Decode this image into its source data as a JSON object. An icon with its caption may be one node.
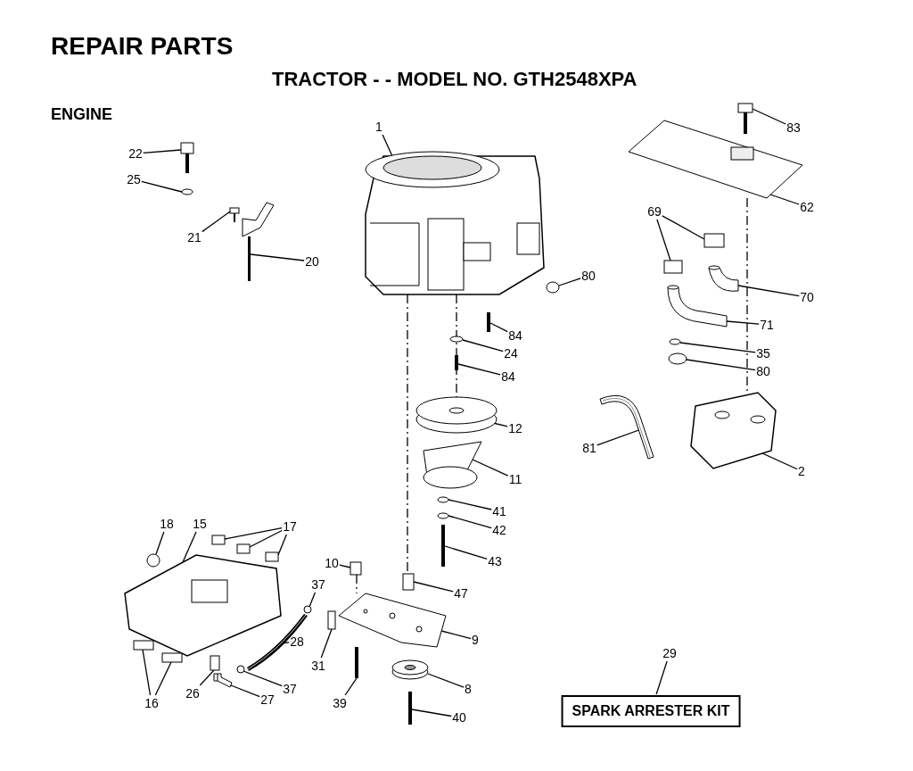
{
  "diagram": {
    "title": "REPAIR PARTS",
    "nodes": [
      {
        "text": [
          "1"
        ]
      },
      {
        "text": [
          "22"
        ]
      },
      {
        "text": [
          "25"
        ]
      },
      {
        "text": [
          "83"
        ]
      },
      {
        "text": [
          "62"
        ]
      },
      {
        "text": [
          "69"
        ]
      },
      {
        "text": [
          "21"
        ]
      },
      {
        "text": [
          "20"
        ]
      },
      {
        "text": [
          "80"
        ]
      },
      {
        "text": [
          "70"
        ]
      },
      {
        "text": [
          "71"
        ]
      },
      {
        "text": [
          "84"
        ]
      },
      {
        "text": [
          "24"
        ]
      },
      {
        "text": [
          "35"
        ]
      },
      {
        "text": [
          "80"
        ]
      },
      {
        "text": [
          "84"
        ]
      },
      {
        "text": [
          "12"
        ]
      },
      {
        "text": [
          "81"
        ]
      },
      {
        "text": [
          "2"
        ]
      },
      {
        "text": [
          "11"
        ]
      },
      {
        "text": [
          "41"
        ]
      },
      {
        "text": [
          "18"
        ]
      },
      {
        "text": [
          "15"
        ]
      },
      {
        "text": [
          "17"
        ]
      },
      {
        "text": [
          "42"
        ]
      },
      {
        "text": [
          "43"
        ]
      },
      {
        "text": [
          "10"
        ]
      },
      {
        "text": [
          "37"
        ]
      },
      {
        "text": [
          "47"
        ]
      },
      {
        "text": [
          "9"
        ]
      },
      {
        "text": [
          "28"
        ]
      },
      {
        "text": [
          "29"
        ]
      },
      {
        "text": [
          "31"
        ]
      },
      {
        "text": [
          "8"
        ]
      },
      {
        "text": [
          "37"
        ]
      },
      {
        "text": [
          "26"
        ]
      },
      {
        "text": [
          "27"
        ]
      },
      {
        "text": [
          "16"
        ]
      },
      {
        "text": [
          "39"
        ]
      },
      {
        "text": [
          "40"
        ]
      },
      {
        "text": [
          "SPARK ARRESTER KIT"
        ]
      },
      {
        "text": [],
        "shape": "picture"
      },
      {
        "text": [],
        "shape": "picture"
      },
      {
        "text": [],
        "shape": "circle"
      },
      {
        "text": [],
        "shape": "picture"
      },
      {
        "text": [],
        "shape": "picture"
      },
      {
        "text": [],
        "shape": "picture"
      },
      {
        "text": [],
        "shape": "picture"
      },
      {
        "text": [],
        "shape": "box"
      },
      {
        "text": [],
        "shape": "box"
      },
      {
        "text": [],
        "shape": "picture"
      },
      {
        "text": [],
        "shape": "picture"
      },
      {
        "text": [],
        "shape": "circle"
      },
      {
        "text": [],
        "shape": "bar"
      },
      {
        "text": [],
        "shape": "circle"
      },
      {
        "text": [],
        "shape": "bar"
      },
      {
        "text": [],
        "shape": "circle"
      },
      {
        "text": [],
        "shape": "circle"
      },
      {
        "text": [],
        "shape": "picture"
      },
      {
        "text": [],
        "shape": "picture"
      },
      {
        "text": [],
        "shape": "picture"
      },
      {
        "text": [],
        "shape": "picture"
      },
      {
        "text": [],
        "shape": "circle"
      },
      {
        "text": [],
        "shape": "circle"
      },
      {
        "text": [],
        "shape": "bar"
      },
      {
        "text": [],
        "shape": "circle"
      },
      {
        "text": [],
        "shape": "picture"
      },
      {
        "text": [],
        "shape": "box"
      },
      {
        "text": [],
        "shape": "box"
      },
      {
        "text": [],
        "shape": "box"
      },
      {
        "text": [],
        "shape": "box"
      },
      {
        "text": [],
        "shape": "circle"
      },
      {
        "text": [],
        "shape": "box"
      },
      {
        "text": [],
        "shape": "picture"
      },
      {
        "text": [],
        "shape": "picture"
      },
      {
        "text": [],
        "shape": "box"
      },
      {
        "text": [],
        "shape": "picture"
      },
      {
        "text": [],
        "shape": "circle"
      },
      {
        "text": [],
        "shape": "picture"
      },
      {
        "text": [],
        "shape": "box"
      },
      {
        "text": [],
        "shape": "box"
      },
      {
        "text": [],
        "shape": "box"
      },
      {
        "text": [],
        "shape": "bar"
      },
      {
        "text": [],
        "shape": "bar"
      }
    ],
    "edges": [
      {
        "from": 0,
        "to": 41,
        "arrow": "none"
      },
      {
        "from": 1,
        "to": 42,
        "arrow": "none"
      },
      {
        "from": 2,
        "to": 43,
        "arrow": "none"
      },
      {
        "from": 3,
        "to": 47,
        "arrow": "none"
      },
      {
        "from": 4,
        "to": 46,
        "arrow": "none"
      },
      {
        "from": 5,
        "to": 49,
        "arrow": "none"
      },
      {
        "from": 5,
        "to": 48,
        "arrow": "none"
      },
      {
        "from": 6,
        "to": 44,
        "arrow": "none"
      },
      {
        "from": 7,
        "to": 45,
        "arrow": "none"
      },
      {
        "from": 8,
        "to": 52,
        "arrow": "none"
      },
      {
        "from": 9,
        "to": 50,
        "arrow": "none"
      },
      {
        "from": 10,
        "to": 51,
        "arrow": "none"
      },
      {
        "from": 11,
        "to": 53,
        "arrow": "none"
      },
      {
        "from": 12,
        "to": 54,
        "arrow": "none"
      },
      {
        "from": 13,
        "to": 56,
        "arrow": "none"
      },
      {
        "from": 14,
        "to": 57,
        "arrow": "none"
      },
      {
        "from": 15,
        "to": 55,
        "arrow": "none"
      },
      {
        "from": 16,
        "to": 58,
        "arrow": "none"
      },
      {
        "from": 17,
        "to": 59,
        "arrow": "none"
      },
      {
        "from": 18,
        "to": 60,
        "arrow": "none"
      },
      {
        "from": 19,
        "to": 61,
        "arrow": "none"
      },
      {
        "from": 20,
        "to": 62,
        "arrow": "none"
      },
      {
        "from": 21,
        "to": 65,
        "arrow": "none"
      },
      {
        "from": 22,
        "to": 66,
        "arrow": "none"
      },
      {
        "from": 23,
        "to": 67,
        "arrow": "none"
      },
      {
        "from": 23,
        "to": 68,
        "arrow": "none"
      },
      {
        "from": 23,
        "to": 69,
        "arrow": "none"
      },
      {
        "from": 24,
        "to": 63,
        "arrow": "none"
      },
      {
        "from": 25,
        "to": 64,
        "arrow": "none"
      },
      {
        "from": 26,
        "to": 70,
        "arrow": "none"
      },
      {
        "from": 27,
        "to": 71,
        "arrow": "none"
      },
      {
        "from": 28,
        "to": 72,
        "arrow": "none"
      },
      {
        "from": 29,
        "to": 73,
        "arrow": "none"
      },
      {
        "from": 30,
        "to": 74,
        "arrow": "none"
      },
      {
        "from": 31,
        "to": 40,
        "arrow": "none"
      },
      {
        "from": 32,
        "to": 75,
        "arrow": "none"
      },
      {
        "from": 33,
        "to": 76,
        "arrow": "none"
      },
      {
        "from": 34,
        "to": 77,
        "arrow": "none"
      },
      {
        "from": 35,
        "to": 79,
        "arrow": "none"
      },
      {
        "from": 36,
        "to": 78,
        "arrow": "none"
      },
      {
        "from": 37,
        "to": 80,
        "arrow": "none"
      },
      {
        "from": 37,
        "to": 81,
        "arrow": "none"
      },
      {
        "from": 38,
        "to": 82,
        "arrow": "none"
      },
      {
        "from": 39,
        "to": 83,
        "arrow": "none"
      },
      {
        "from": 41,
        "to": 58,
        "arrow": "none",
        "style": "dashed"
      },
      {
        "from": 41,
        "to": 72,
        "arrow": "none",
        "style": "dashed"
      },
      {
        "from": 46,
        "to": 60,
        "arrow": "none",
        "style": "dashed"
      },
      {
        "from": 70,
        "to": 73,
        "arrow": "none",
        "style": "dashed"
      }
    ],
    "labels": [
      "TRACTOR - - MODEL NO. GTH2548XPA",
      "ENGINE"
    ]
  }
}
